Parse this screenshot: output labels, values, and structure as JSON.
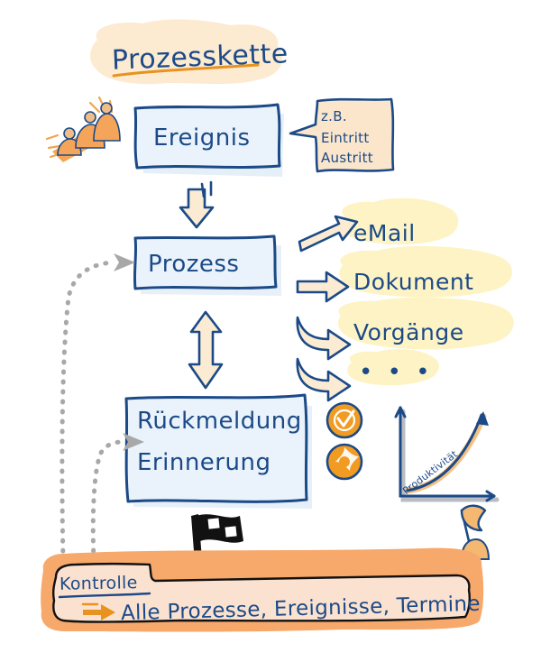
{
  "diagram": {
    "title": "Prozesskette",
    "title_color": "#1b4a87",
    "title_underline_color": "#e8921f",
    "highlight_color": "#fce9cf",
    "yellow_highlight_color": "#fdf3c4",
    "box_fill_color": "#eaf3fb",
    "box_stroke_color": "#1b4a87",
    "accent_orange": "#f4a04a",
    "dotted_arrow_color": "#a8a8a8",
    "banner_fill_color": "#fbe2d0",
    "banner_border_color": "#f4a36a"
  },
  "nodes": {
    "event_box": {
      "label": "Ereignis",
      "name": "event"
    },
    "process_box": {
      "label": "Prozess",
      "name": "process"
    },
    "feedback_box": {
      "label_line1": "Rückmeldung",
      "label_line2": "Erinnerung",
      "name": "feedback-reminder"
    },
    "control_banner": {
      "heading": "Kontrolle",
      "arrow_glyph": "⇒",
      "text": "Alle Prozesse, Ereignisse, Termine"
    }
  },
  "callout": {
    "line1": "z.B.",
    "line2": "Eintritt",
    "line3": "Austritt"
  },
  "outputs": [
    {
      "label": "eMail",
      "arrow": "arrow-right"
    },
    {
      "label": "Dokument",
      "arrow": "arrow-right"
    },
    {
      "label": "Vorgänge",
      "arrow": "arrow-curved-right"
    },
    {
      "label": "• • •",
      "arrow": "arrow-curved-right"
    }
  ],
  "status_icons": [
    {
      "name": "check-circle-icon",
      "glyph": "check"
    },
    {
      "name": "cross-circle-icon",
      "glyph": "cross"
    }
  ],
  "chart_data": {
    "type": "line",
    "title": "Produktivität",
    "xlabel": "",
    "ylabel": "",
    "x": [
      0,
      1,
      2,
      3,
      4,
      5
    ],
    "values": [
      2,
      4,
      9,
      17,
      30,
      48
    ],
    "xlim": [
      0,
      5
    ],
    "ylim": [
      0,
      50
    ],
    "grid": false,
    "legend": "none",
    "annotations": [
      "Produktivität"
    ]
  },
  "decor": {
    "people_icon": "celebrating-people-icon",
    "flag_icon": "checkered-flag-icon",
    "pin_icon": "flag-pin-icon",
    "down_arrow": "arrow-down",
    "double_arrow": "arrow-up-down"
  }
}
